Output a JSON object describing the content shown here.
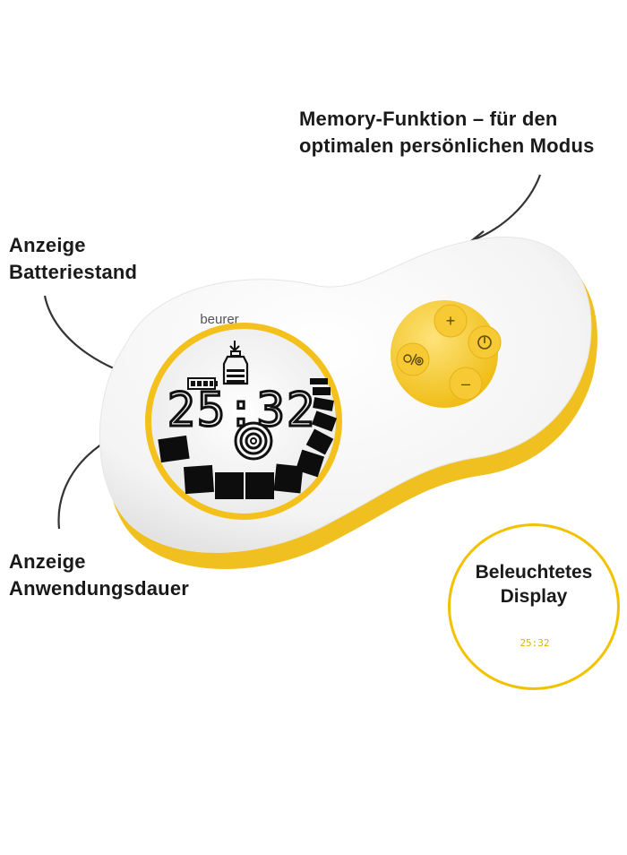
{
  "callouts": {
    "memory": {
      "line1": "Memory-Funktion – für den",
      "line2": "optimalen persönlichen Modus"
    },
    "battery": {
      "line1": "Anzeige",
      "line2": "Batteriestand"
    },
    "duration": {
      "line1": "Anzeige",
      "line2": "Anwendungsdauer"
    }
  },
  "badge": {
    "line1": "Beleuchtetes",
    "line2": "Display",
    "icon_time": "25:32"
  },
  "device": {
    "brand": "beurer",
    "display_time": "25:32",
    "buttons": {
      "plus": "+",
      "minus": "–",
      "power": "power-icon",
      "mode": "mode-icon"
    }
  },
  "colors": {
    "accent_yellow": "#f2c200",
    "button_yellow": "#f7cf3a",
    "lcd_black": "#0d0d0d"
  }
}
